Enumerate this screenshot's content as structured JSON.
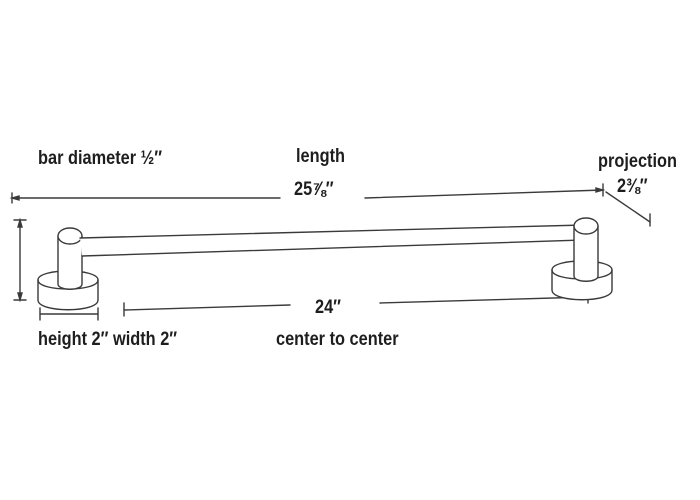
{
  "labels": {
    "bar_diameter": "bar diameter ½″",
    "length_title": "length",
    "length_value": "25⅞″",
    "projection_title": "projection",
    "projection_value": "2⅜″",
    "center_value": "24″",
    "center_caption": "center to center",
    "height_width": "height 2″ width 2″"
  },
  "colors": {
    "ink": "#1e1e1e",
    "line": "#3a3a3a",
    "background": "#ffffff"
  }
}
